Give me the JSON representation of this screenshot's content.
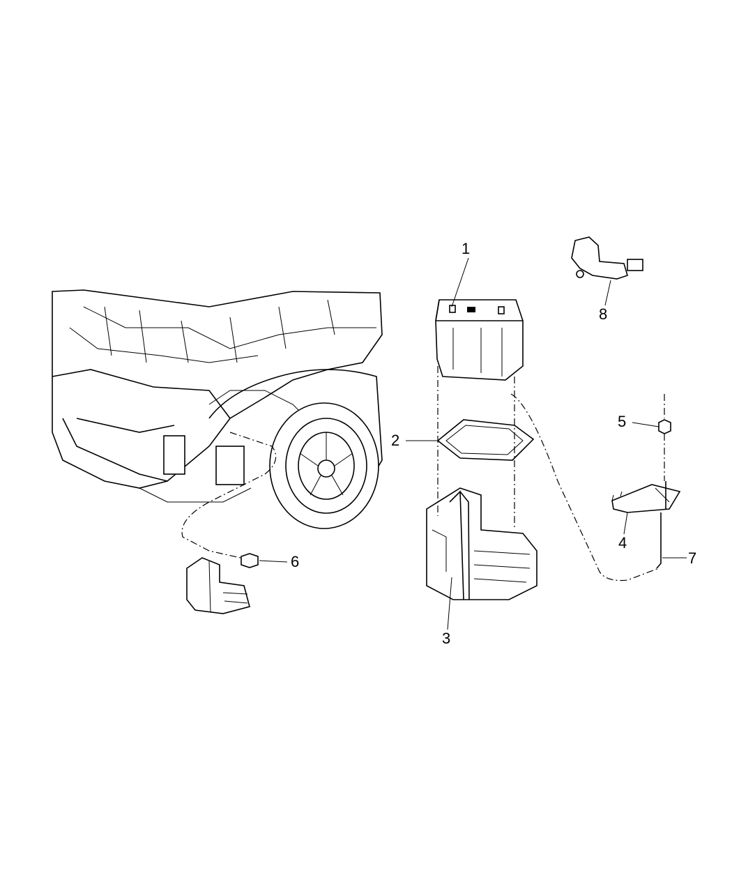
{
  "diagram": {
    "callouts": [
      {
        "number": "1",
        "part": "battery"
      },
      {
        "number": "2",
        "part": "battery-tray-pad"
      },
      {
        "number": "3",
        "part": "battery-tray"
      },
      {
        "number": "4",
        "part": "hold-down-bracket"
      },
      {
        "number": "5",
        "part": "nut"
      },
      {
        "number": "6",
        "part": "bolt"
      },
      {
        "number": "7",
        "part": "hold-down-rod"
      },
      {
        "number": "8",
        "part": "sensor"
      }
    ]
  }
}
